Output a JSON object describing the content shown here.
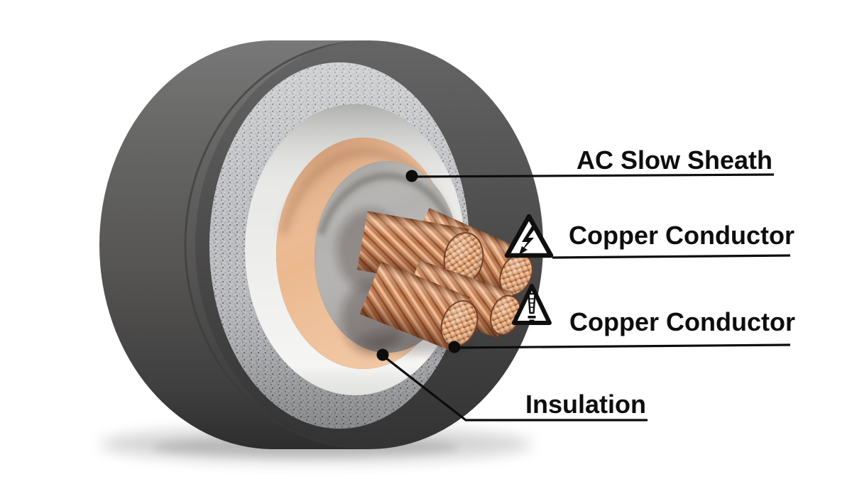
{
  "diagram": {
    "kind": "power-cable-cutaway",
    "labels": {
      "ac_slow_sheath": "AC Slow Sheath",
      "copper_conductor_top": "Copper Conductor",
      "copper_conductor_bottom": "Copper Conductor",
      "insulation": "Insulation"
    },
    "warning_icons": [
      {
        "name": "electric-shock-warning-icon",
        "symbol": "lightning-bolt-triangle"
      },
      {
        "name": "general-warning-icon",
        "symbol": "exclamation-triangle"
      }
    ],
    "colors": {
      "background": "#ffffff",
      "label_text": "#0d0d0d",
      "leader_line": "#0c0c0c",
      "outer_sheath_gray": "#555456",
      "armor_speckled_gray": "#bfc0c3",
      "inner_sheath_white": "#e9e9e7",
      "insulation_tan": "#ecb88e",
      "filler_gray": "#b3b2b0",
      "copper": "#c9855a"
    }
  }
}
